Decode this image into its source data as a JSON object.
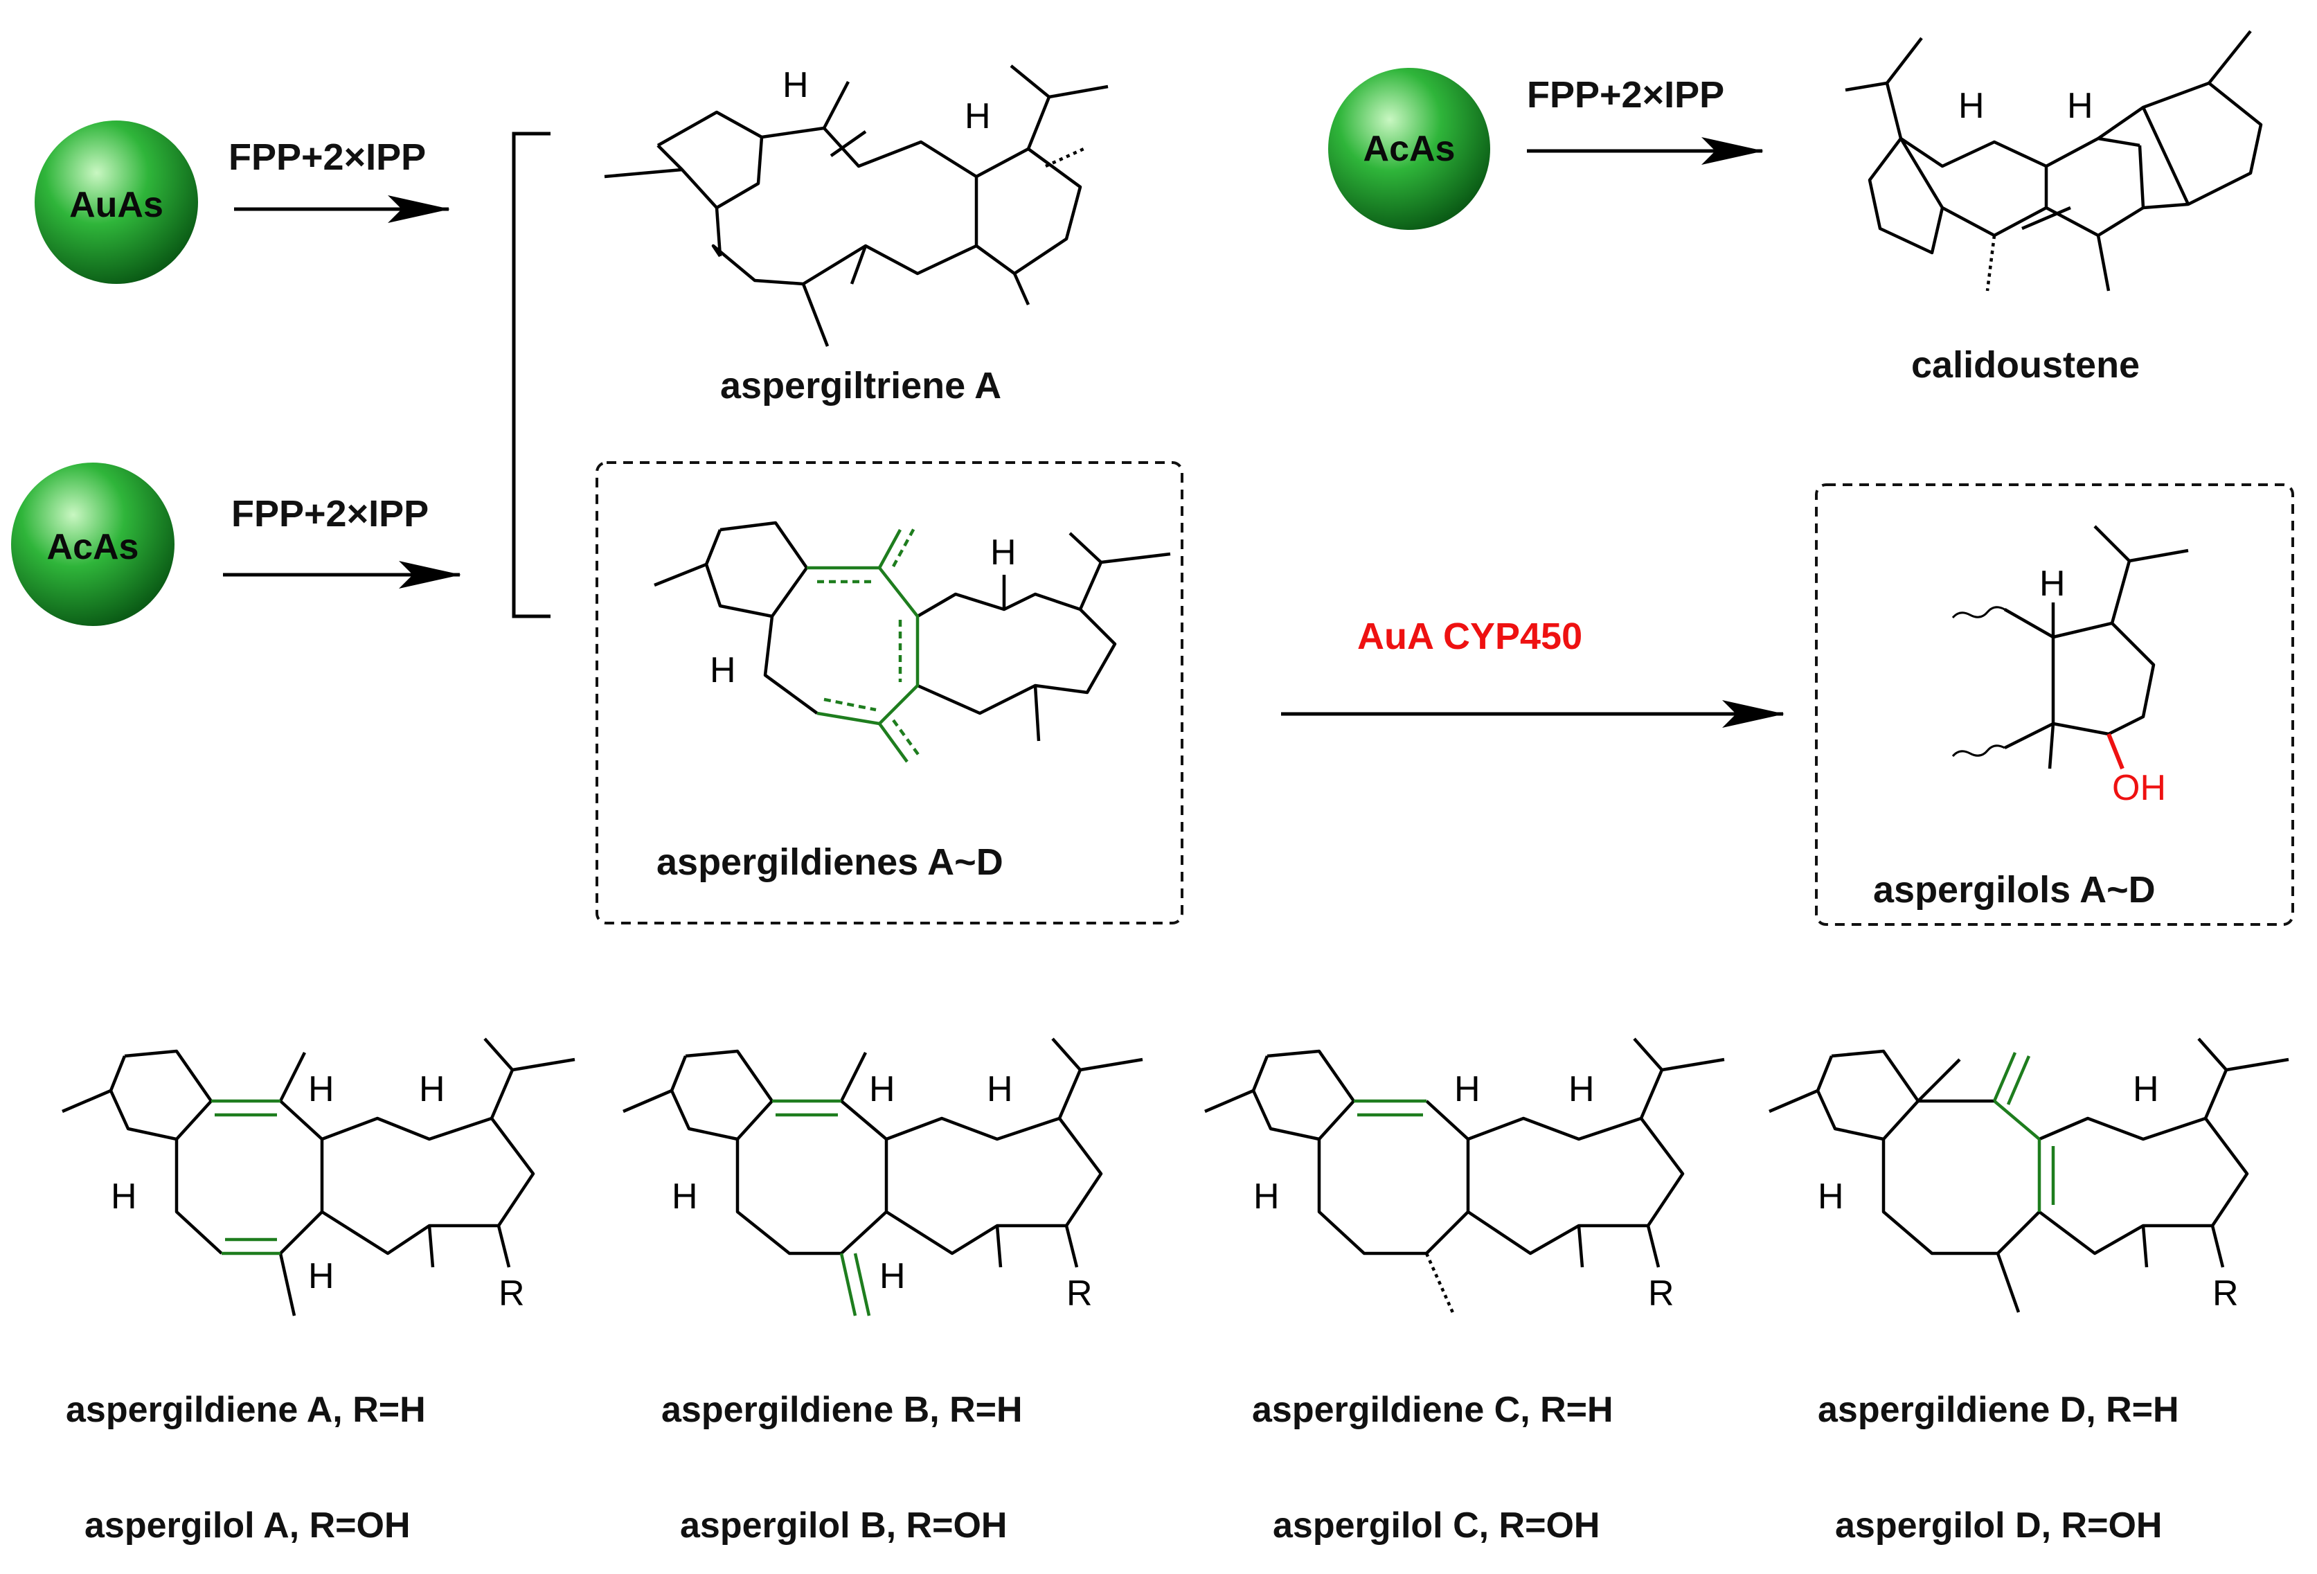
{
  "enzymes": {
    "auas_top": "AuAs",
    "acas_mid": "AcAs",
    "acas_right": "AcAs"
  },
  "reactions": {
    "reagent_1": "FPP+2×IPP",
    "reagent_2": "FPP+2×IPP",
    "reagent_3": "FPP+2×IPP",
    "oxidation": "AuA CYP450"
  },
  "compounds": {
    "aspergiltriene": "aspergiltriene A",
    "calidoustene": "calidoustene",
    "aspergildienes": "aspergildienes A~D",
    "aspergilols": "aspergilols A~D"
  },
  "variants": [
    {
      "diene": "aspergildiene A, R=H",
      "ol": "aspergilol A, R=OH"
    },
    {
      "diene": "aspergildiene B, R=H",
      "ol": "aspergilol B, R=OH"
    },
    {
      "diene": "aspergildiene C, R=H",
      "ol": "aspergilol C, R=OH"
    },
    {
      "diene": "aspergildiene D, R=H",
      "ol": "aspergilol D, R=OH"
    }
  ],
  "atoms": {
    "H": "H",
    "R": "R",
    "OH": "OH"
  },
  "colors": {
    "highlight_bond": "#1e7d1e",
    "oxidation_label": "#ee1111",
    "sphere_light": "#c9f7c2",
    "sphere_mid": "#2fb53a",
    "sphere_dark": "#0b5c16"
  }
}
